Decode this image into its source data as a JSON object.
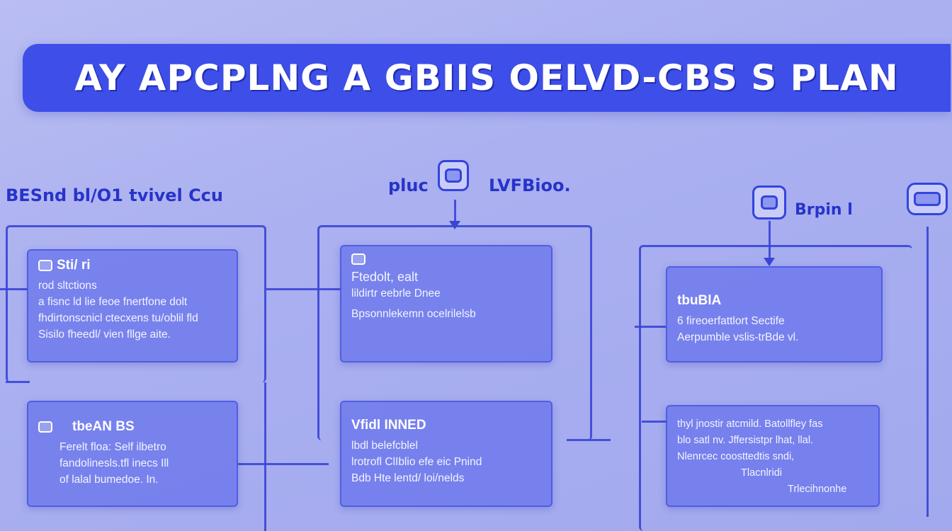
{
  "title": "AY APCPLNG A GBIIS OELVD-CBS S PLAN",
  "labels": {
    "left_header": "BESnd bl/O1  tvivel Ccu",
    "center_left": "pluc",
    "center_right": "LVFBioo.",
    "right": "Brpin l"
  },
  "cards": {
    "c1": {
      "heading": "Sti/ ri",
      "lines": [
        "rod sltctions",
        "a fisnc ld lie feoe fnertfone dolt",
        "fhdirtonscnicl ctecxens tu/oblil fld",
        "Sisilo  fheedl/ vien fllge aite."
      ]
    },
    "c2": {
      "heading": "",
      "lines": [
        "Ftedolt, ealt",
        "lildirtr eebrle Dnee",
        "Bpsonnlekemn ocelrilelsb"
      ]
    },
    "c3": {
      "heading": "tbuBlA",
      "lines": [
        "6  fireoerfattlort Sectife",
        "Aerpumble  vslis-trBde vl."
      ]
    },
    "c4": {
      "heading": "tbeAN BS",
      "lines": [
        "Ferelt floa: Self ilbetro",
        "fandolinesls.tfl inecs Ill",
        "of lalal bumedoe. In."
      ]
    },
    "c5": {
      "heading": "Vfidl INNED",
      "lines": [
        "lbdl belefcblel",
        "lrotrofl ClIblio  efe eic Pnind",
        "Bdb Hte lentd/ loi/nelds"
      ]
    },
    "c6": {
      "heading": "",
      "lines": [
        "thyl jnostir atcmild. Batollfley fas",
        "blo satl nv. Jffersistpr lhat, llal.",
        "Nlenrcec coosttedtis sndi,",
        "Tlacnlridi",
        "Trlecihnonhe"
      ]
    }
  }
}
